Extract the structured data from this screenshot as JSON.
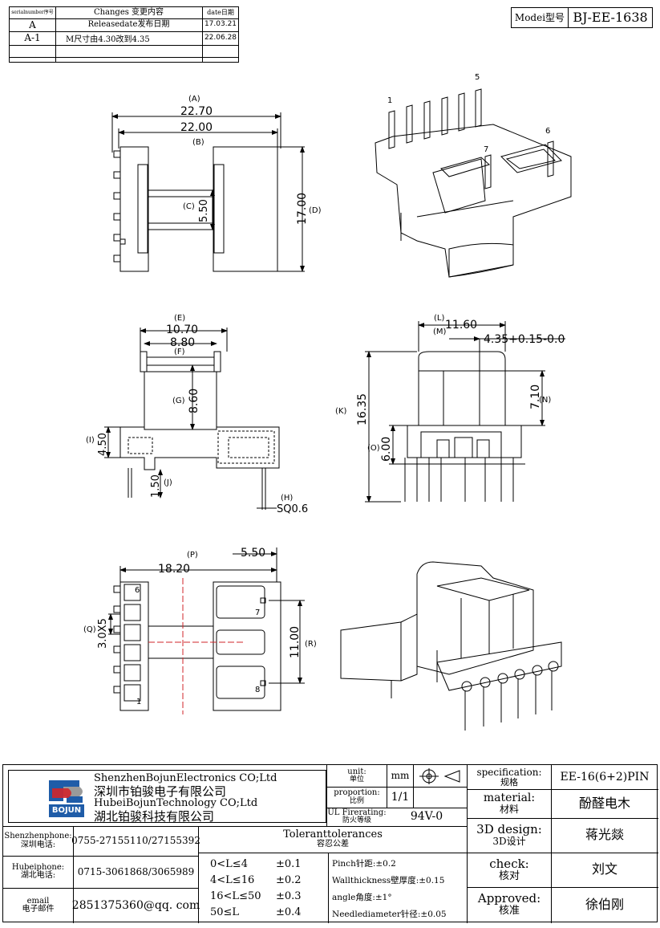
{
  "revision_table": {
    "headers": [
      "serialnumber序号",
      "Changes 变更内容",
      "date日期"
    ],
    "rows": [
      {
        "serial": "A",
        "change": "Releasedate发布日期",
        "date": "17.03.21"
      },
      {
        "serial": "A-1",
        "change": "M尺寸由4.30改到4.35",
        "date": "22.06.28"
      },
      {
        "serial": "",
        "change": "",
        "date": ""
      }
    ]
  },
  "model_box": {
    "label": "Modei型号",
    "value": "BJ-EE-1638"
  },
  "drawing": {
    "top_view": {
      "dim_A": "22.70",
      "lbl_A": "(A)",
      "dim_B": "22.00",
      "lbl_B": "(B)",
      "dim_C": "5.50",
      "lbl_C": "(C)",
      "dim_D": "17.00",
      "lbl_D": "(D)"
    },
    "iso_top": {
      "pin1": "1",
      "pin5": "5",
      "pin6": "6",
      "pin7": "7"
    },
    "side_view": {
      "dim_E": "10.70",
      "lbl_E": "(E)",
      "dim_F": "8.80",
      "lbl_F": "(F)",
      "dim_G": "8.60",
      "lbl_G": "(G)",
      "dim_I": "4.50",
      "lbl_I": "(I)",
      "dim_J": "1.50",
      "lbl_J": "(J)",
      "dim_H": "SQ0.6",
      "lbl_H": "(H)"
    },
    "front_view": {
      "dim_L": "11.60",
      "lbl_L": "(L)",
      "dim_M": "4.35+0.15-0.0",
      "lbl_M": "(M)",
      "dim_K": "16.35",
      "lbl_K": "(K)",
      "dim_N": "7.10",
      "lbl_N": "(N)",
      "dim_O": "6.00",
      "lbl_O": "(O)"
    },
    "bottom_view": {
      "dim_P": "18.20",
      "lbl_P": "(P)",
      "dim_top": "5.50",
      "dim_Q": "3.0X5",
      "lbl_Q": "(Q)",
      "dim_R": "11.00",
      "lbl_R": "(R)",
      "pin1": "1",
      "pin6": "6",
      "pin7": "7",
      "pin8": "8"
    }
  },
  "title_block": {
    "company_en_1": "ShenzhenBojunElectronics CO;Ltd",
    "company_cn_1": "深圳市铂骏电子有限公司",
    "company_en_2": "HubeiBojunTechnology CO;Ltd",
    "company_cn_2": "湖北铂骏科技有限公司",
    "logo_text": "BOJUN",
    "unit_label_en": "unit:",
    "unit_label_cn": "单位",
    "unit_value": "mm",
    "proportion_label_en": "proportion:",
    "proportion_label_cn": "比例",
    "proportion_value": "1/1",
    "ul_label_en": "UL Firerating:",
    "ul_label_cn": "防火等级",
    "ul_value": "94V-0",
    "spec_label_en": "specification:",
    "spec_label_cn": "规格",
    "spec_value": "EE-16(6+2)PIN",
    "material_label_en": "material:",
    "material_label_cn": "材料",
    "material_value": "酚醛电木",
    "design_label_en": "3D design:",
    "design_label_cn": "3D设计",
    "design_value": "蒋光燚",
    "check_label_en": "check:",
    "check_label_cn": "核对",
    "check_value": "刘文",
    "approved_label_en": "Approved:",
    "approved_label_cn": "核准",
    "approved_value": "徐伯刚",
    "sz_phone_label_en": "Shenzhenphone:",
    "sz_phone_label_cn": "深圳电话:",
    "sz_phone_value": "0755-27155110/27155392",
    "hb_phone_label_en": "Hubeiphone:",
    "hb_phone_label_cn": "湖北电话:",
    "hb_phone_value": "0715-3061868/3065989",
    "email_label_en": "email",
    "email_label_cn": "电子邮件",
    "email_value": "2851375360@qq. com",
    "tol_title_en": "Toleranttolerances",
    "tol_title_cn": "容忍公差",
    "tolerances": [
      {
        "range": "0<L≤4",
        "value": "±0.1"
      },
      {
        "range": "4<L≤16",
        "value": "±0.2"
      },
      {
        "range": "16<L≤50",
        "value": "±0.3"
      },
      {
        "range": "50≤L",
        "value": "±0.4"
      }
    ],
    "notes": [
      "Pinch针距:±0.2",
      "Wallthickness壁厚度:±0.15",
      "angle角度:±1°",
      "Needlediameter针径:±0.05"
    ],
    "colors": {
      "logo_blue": "#1f5ca8",
      "logo_red": "#d0262a",
      "logo_gray": "#9a9a9a"
    }
  }
}
